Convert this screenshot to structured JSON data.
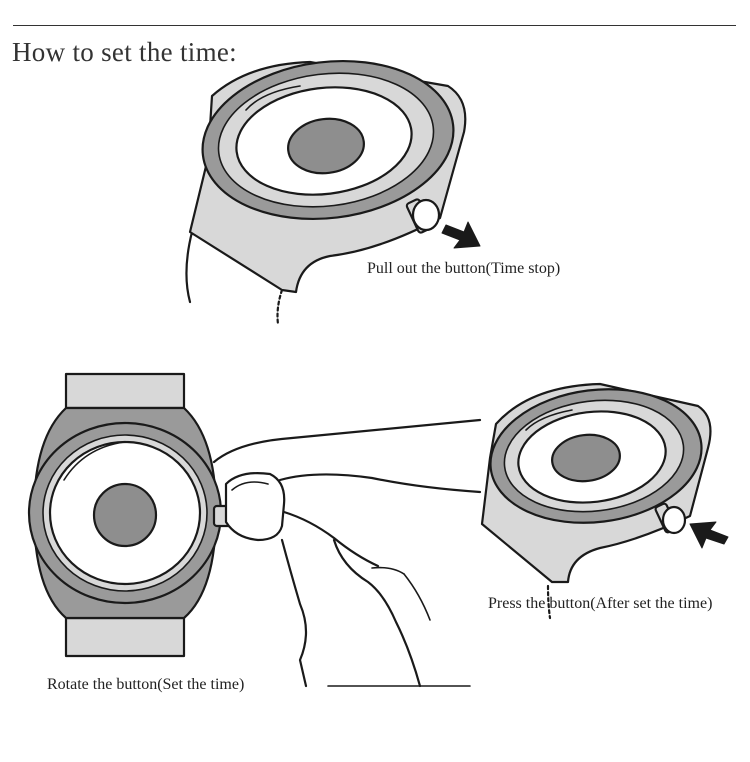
{
  "title": "How to set the time:",
  "steps": [
    {
      "caption": "Pull out the button(Time stop)",
      "arrow_icon": "arrow-outward-icon"
    },
    {
      "caption": "Press the button(After set the time)",
      "arrow_icon": "arrow-inward-icon"
    },
    {
      "caption": "Rotate the button(Set the time)"
    }
  ],
  "colors": {
    "case": "#d8d8d8",
    "bezel": "#9a9a9a",
    "center": "#8e8e8e",
    "line": "#1a1a1a",
    "dial": "#ffffff"
  }
}
